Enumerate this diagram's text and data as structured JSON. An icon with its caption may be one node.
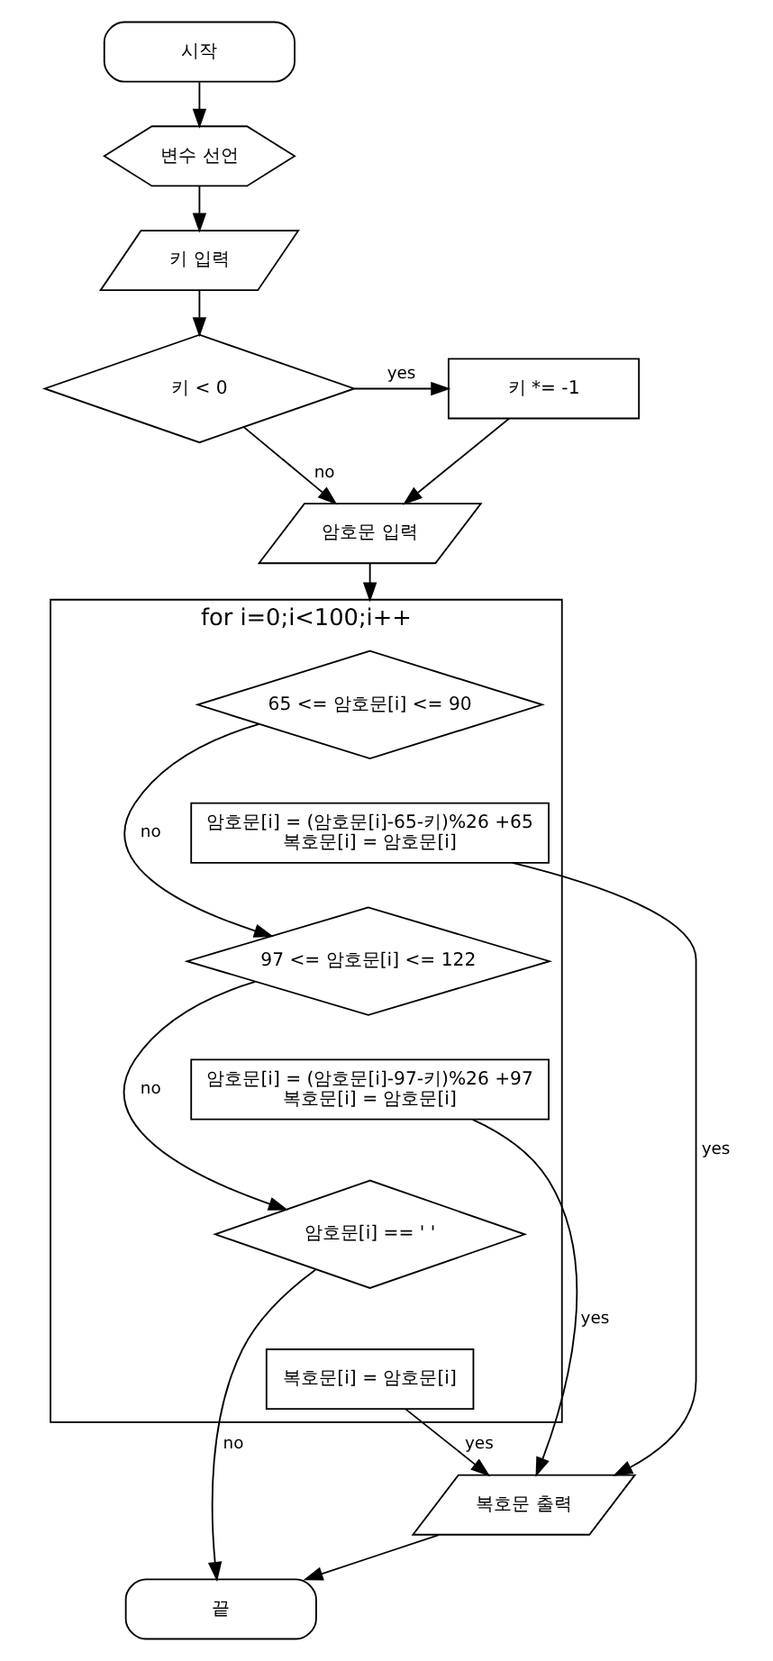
{
  "diagram": {
    "nodes": [
      {
        "text": [
          "시작"
        ]
      },
      {
        "text": [
          "변수 선언"
        ]
      },
      {
        "text": [
          "키 입력"
        ]
      },
      {
        "text": [
          "키 < 0"
        ]
      },
      {
        "text": [
          "키 *= -1"
        ]
      },
      {
        "text": [
          "암호문 입력"
        ]
      },
      {
        "text": [
          "for i=0;i<100;i++"
        ]
      },
      {
        "text": [
          "65 <= 암호문[i] <= 90"
        ],
        "in": 6
      },
      {
        "text": [
          "암호문[i] = (암호문[i]-65-키)%26 +65",
          "복호문[i] = 암호문[i]"
        ],
        "in": 6
      },
      {
        "text": [
          "97 <= 암호문[i] <= 122"
        ],
        "in": 6
      },
      {
        "text": [
          "암호문[i] = (암호문[i]-97-키)%26 +97",
          "복호문[i] = 암호문[i]"
        ],
        "in": 6
      },
      {
        "text": [
          "암호문[i] == ' '"
        ],
        "in": 6
      },
      {
        "text": [
          "복호문[i] = 암호문[i]"
        ],
        "in": 6
      },
      {
        "text": [
          "복호문 출력"
        ]
      },
      {
        "text": [
          "끝"
        ]
      }
    ],
    "edges": [
      {
        "from": 0,
        "to": 1,
        "arrow": "to"
      },
      {
        "from": 1,
        "to": 2,
        "arrow": "to"
      },
      {
        "from": 2,
        "to": 3,
        "arrow": "to"
      },
      {
        "from": 3,
        "to": 4,
        "arrow": "to",
        "label": "yes"
      },
      {
        "from": 3,
        "to": 5,
        "arrow": "to",
        "label": "no"
      },
      {
        "from": 4,
        "to": 5,
        "arrow": "to"
      },
      {
        "from": 5,
        "to": 6,
        "arrow": "to"
      },
      {
        "from": 7,
        "to": 9,
        "arrow": "to",
        "label": "no"
      },
      {
        "from": 9,
        "to": 11,
        "arrow": "to",
        "label": "no"
      },
      {
        "from": 8,
        "to": 13,
        "arrow": "to",
        "label": "yes"
      },
      {
        "from": 10,
        "to": 13,
        "arrow": "to",
        "label": "yes"
      },
      {
        "from": 12,
        "to": 13,
        "arrow": "to",
        "label": "yes"
      },
      {
        "from": 11,
        "to": 14,
        "arrow": "to",
        "label": "no"
      },
      {
        "from": 13,
        "to": 14,
        "arrow": "to"
      }
    ]
  }
}
